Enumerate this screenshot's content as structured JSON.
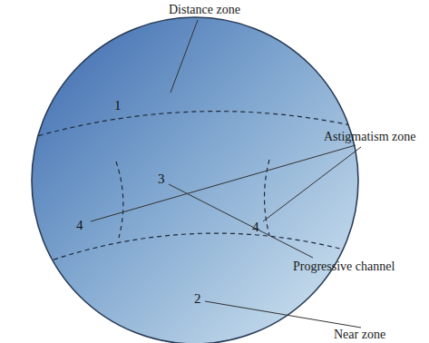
{
  "diagram": {
    "labels": [
      "Distance zone",
      "1",
      "Astigmatism zone",
      "4",
      "3",
      "4",
      "Progressive channel",
      "2",
      "Near zone"
    ]
  }
}
